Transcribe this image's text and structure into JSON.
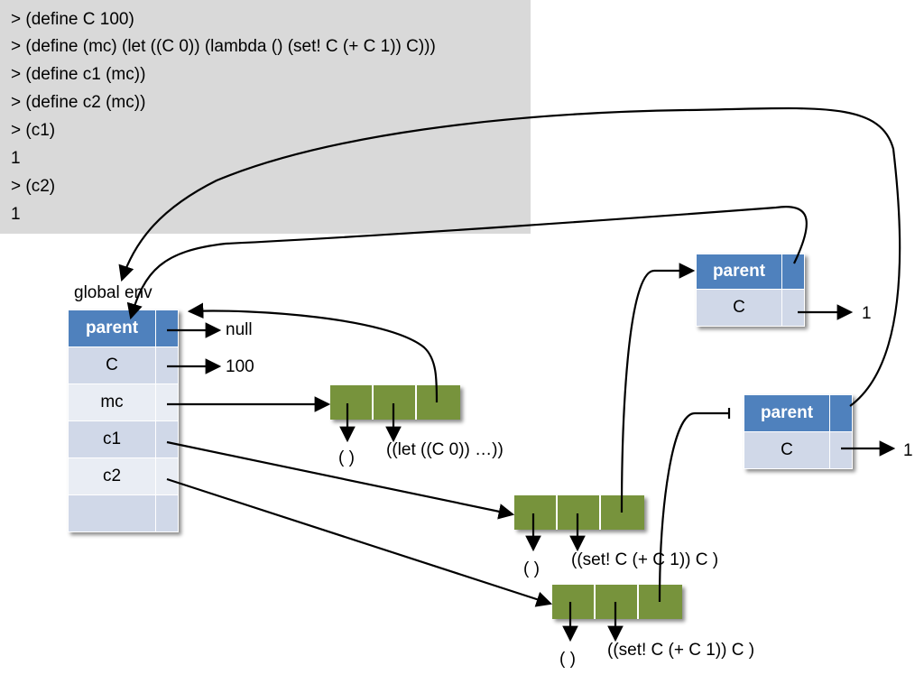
{
  "repl": {
    "lines": [
      "> (define C 100)",
      "> (define (mc) (let ((C 0)) (lambda () (set! C (+ C 1)) C)))",
      "> (define c1 (mc))",
      "> (define c2 (mc))",
      "> (c1)",
      "1",
      "> (c2)",
      "1"
    ]
  },
  "global_env": {
    "title": "global env",
    "header_label": "parent",
    "rows": [
      "C",
      "mc",
      "c1",
      "c2",
      ""
    ],
    "parent_value": "null",
    "c_value": "100"
  },
  "env1": {
    "header_label": "parent",
    "var": "C",
    "value": "1"
  },
  "env2": {
    "header_label": "parent",
    "var": "C",
    "value": "1"
  },
  "closure_mc": {
    "params": "( )",
    "body": "((let ((C 0)) …))"
  },
  "closure_c1": {
    "params": "( )",
    "body": "((set! C (+ C 1)) C )"
  },
  "closure_c2": {
    "params": "( )",
    "body": "((set! C (+ C 1)) C )"
  },
  "colors": {
    "env_header": "#4f81bd",
    "env_row_dark": "#d0d8e8",
    "env_row_light": "#e9edf4",
    "closure_green": "#77933c",
    "repl_background": "#d9d9d9"
  }
}
